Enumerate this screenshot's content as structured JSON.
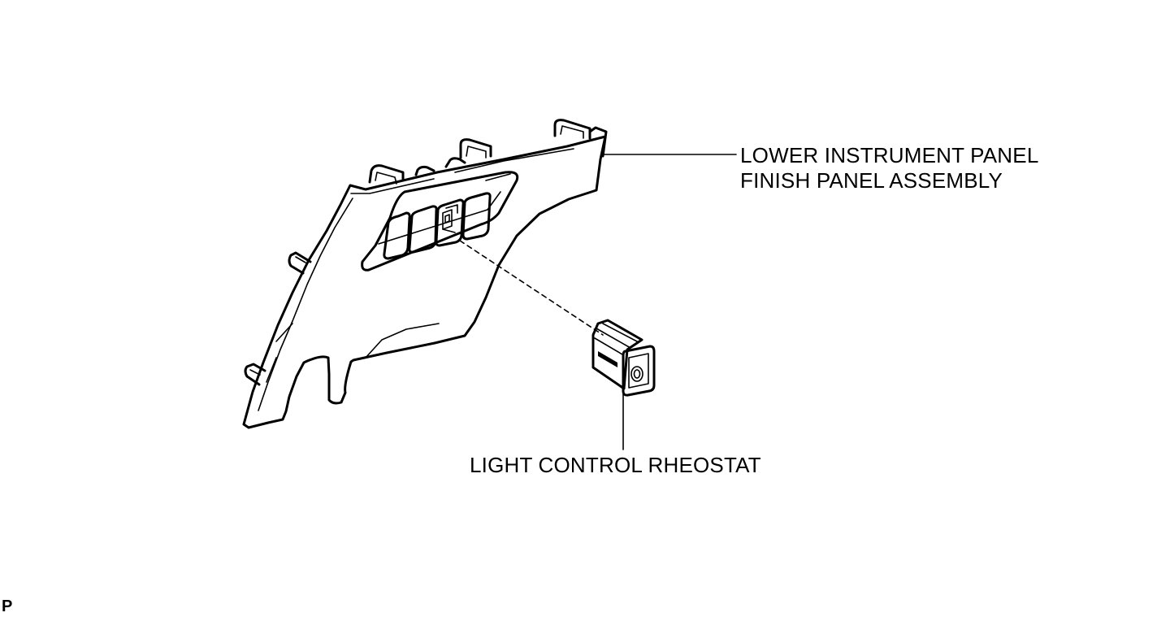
{
  "labels": {
    "panel_line1": "LOWER INSTRUMENT PANEL",
    "panel_line2": "FINISH PANEL ASSEMBLY",
    "rheostat": "LIGHT CONTROL RHEOSTAT"
  },
  "corner_mark": "P"
}
